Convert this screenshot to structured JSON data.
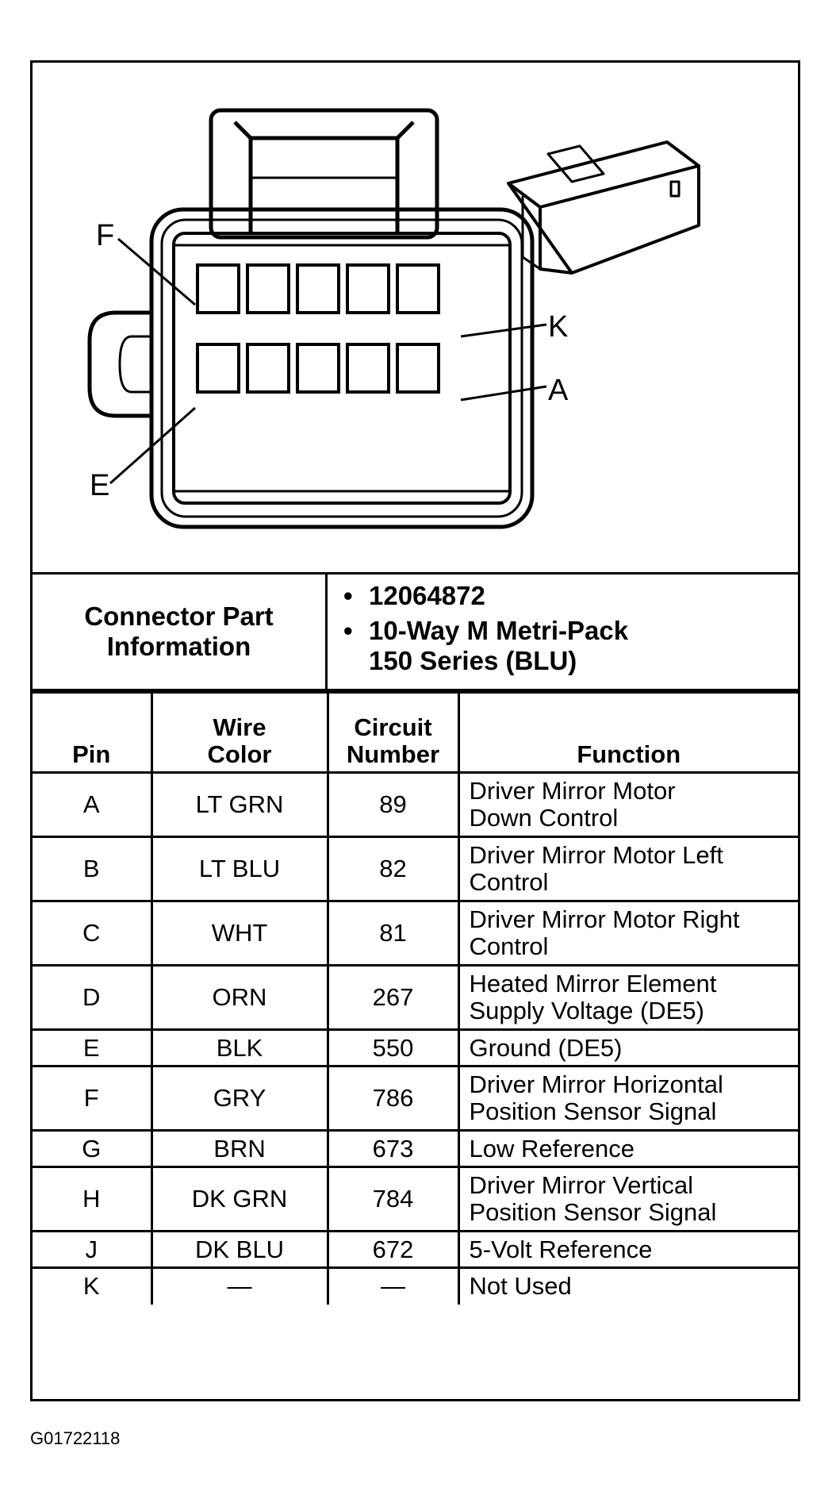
{
  "diagram": {
    "pin_labels": {
      "top_left": "F",
      "top_right": "K",
      "bottom_left": "E",
      "bottom_right": "A"
    },
    "connector_terminals": {
      "rows": 2,
      "per_row": 5
    }
  },
  "connector_info": {
    "label": "Connector Part\nInformation",
    "items": [
      "12064872",
      "10-Way M Metri-Pack\n150 Series (BLU)"
    ]
  },
  "table": {
    "headers": [
      "Pin",
      "Wire\nColor",
      "Circuit\nNumber",
      "Function"
    ],
    "rows": [
      {
        "pin": "A",
        "color": "LT GRN",
        "circuit": "89",
        "function": "Driver Mirror Motor\nDown Control"
      },
      {
        "pin": "B",
        "color": "LT BLU",
        "circuit": "82",
        "function": "Driver Mirror Motor Left\nControl"
      },
      {
        "pin": "C",
        "color": "WHT",
        "circuit": "81",
        "function": "Driver Mirror Motor Right\nControl"
      },
      {
        "pin": "D",
        "color": "ORN",
        "circuit": "267",
        "function": "Heated Mirror Element\nSupply Voltage (DE5)"
      },
      {
        "pin": "E",
        "color": "BLK",
        "circuit": "550",
        "function": "Ground (DE5)"
      },
      {
        "pin": "F",
        "color": "GRY",
        "circuit": "786",
        "function": "Driver Mirror Horizontal\nPosition Sensor Signal"
      },
      {
        "pin": "G",
        "color": "BRN",
        "circuit": "673",
        "function": "Low Reference"
      },
      {
        "pin": "H",
        "color": "DK GRN",
        "circuit": "784",
        "function": "Driver Mirror Vertical\nPosition Sensor Signal"
      },
      {
        "pin": "J",
        "color": "DK BLU",
        "circuit": "672",
        "function": "5-Volt Reference"
      },
      {
        "pin": "K",
        "color": "—",
        "circuit": "—",
        "function": "Not Used"
      }
    ]
  },
  "figure_code": "G01722118"
}
